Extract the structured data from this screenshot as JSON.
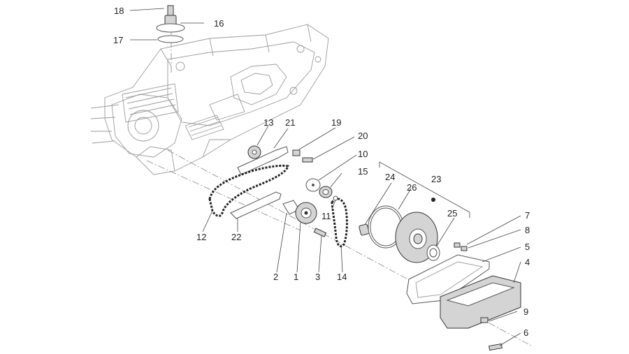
{
  "diagram": {
    "colors": {
      "line": "#444444",
      "part_fill": "#d4d4d4",
      "background": "#ffffff"
    },
    "callouts": [
      {
        "id": "18",
        "label": "18"
      },
      {
        "id": "16",
        "label": "16"
      },
      {
        "id": "17",
        "label": "17"
      },
      {
        "id": "13",
        "label": "13"
      },
      {
        "id": "21",
        "label": "21"
      },
      {
        "id": "19",
        "label": "19"
      },
      {
        "id": "20",
        "label": "20"
      },
      {
        "id": "10",
        "label": "10"
      },
      {
        "id": "15",
        "label": "15"
      },
      {
        "id": "11",
        "label": "11"
      },
      {
        "id": "24",
        "label": "24"
      },
      {
        "id": "26",
        "label": "26"
      },
      {
        "id": "23",
        "label": "23"
      },
      {
        "id": "25",
        "label": "25"
      },
      {
        "id": "7",
        "label": "7"
      },
      {
        "id": "8",
        "label": "8"
      },
      {
        "id": "5",
        "label": "5"
      },
      {
        "id": "4",
        "label": "4"
      },
      {
        "id": "9",
        "label": "9"
      },
      {
        "id": "6",
        "label": "6"
      },
      {
        "id": "12",
        "label": "12"
      },
      {
        "id": "22",
        "label": "22"
      },
      {
        "id": "2",
        "label": "2"
      },
      {
        "id": "1",
        "label": "1"
      },
      {
        "id": "3",
        "label": "3"
      },
      {
        "id": "14",
        "label": "14"
      }
    ]
  }
}
